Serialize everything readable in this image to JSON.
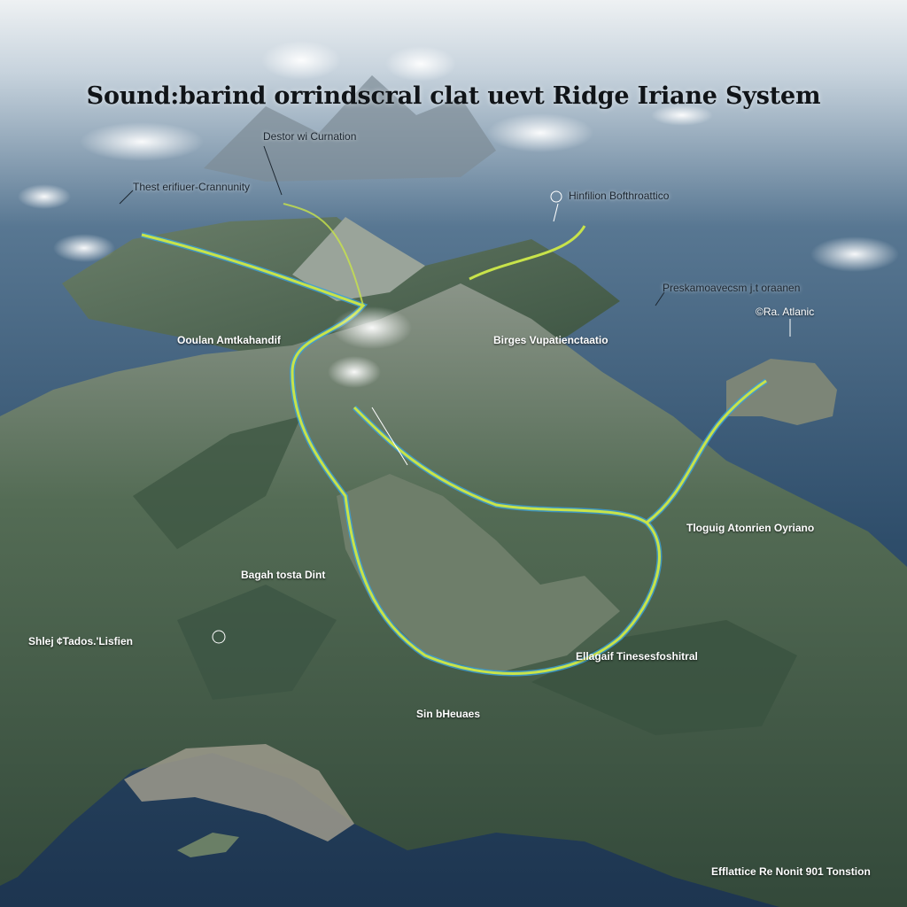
{
  "title": "Sound:barind orrindscral clat uevt Ridge Iriane System",
  "labels": {
    "destor": "Destor wi Curnation",
    "thest": "Thest erifiuer-Crannunity",
    "hinfilion": "Hinfilion Bofthroattico",
    "preskamo": "Preskamoavecsm j.t oraanen",
    "ra_atlanic": "©Ra. Atlanic",
    "ooulan": "Ooulan Amtkahandif",
    "birges": "Birges Vupatienctaatio",
    "tloguig": "Tloguig Atonrien Oyriano",
    "bagah": "Bagah tosta Dint",
    "shlej": "Shlej ¢Tados.'Lisfien",
    "ellagaif": "Ellagaif Tinesesfoshitral",
    "sin": "Sin bHeuaes",
    "footer": "Efflattice Re Nonit 901 Tonstion"
  },
  "colors": {
    "route_green": "#c8e34a",
    "route_blue": "#3aa0d8",
    "ocean": "#2c4a66",
    "mountain": "#4f6a52"
  }
}
